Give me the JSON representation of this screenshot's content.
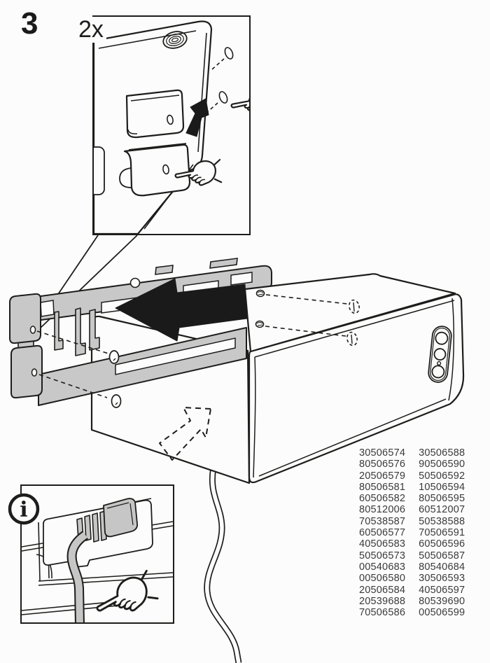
{
  "colors": {
    "background": "#fcfcfc",
    "line": "#1d1d1b",
    "bracket_gray": "#c8c8c8",
    "arrow_black": "#1a1a1a",
    "text_gray": "#3a3a3a"
  },
  "step": {
    "number": "3"
  },
  "detail_callout": {
    "quantity_label": "2x"
  },
  "info_callout": {
    "info_glyph": "i"
  },
  "part_numbers": {
    "column1": [
      "30506574",
      "80506576",
      "20506579",
      "80506581",
      "60506582",
      "80512006",
      "70538587",
      "60506577",
      "40506583",
      "50506573",
      "00540683",
      "00506580",
      "20506584",
      "20539688",
      "70506586"
    ],
    "column2": [
      "30506588",
      "90506590",
      "50506592",
      "10506594",
      "80506595",
      "60512007",
      "50538588",
      "70506591",
      "60506596",
      "50506587",
      "80540684",
      "30506593",
      "40506597",
      "80539690",
      "00506599"
    ]
  }
}
